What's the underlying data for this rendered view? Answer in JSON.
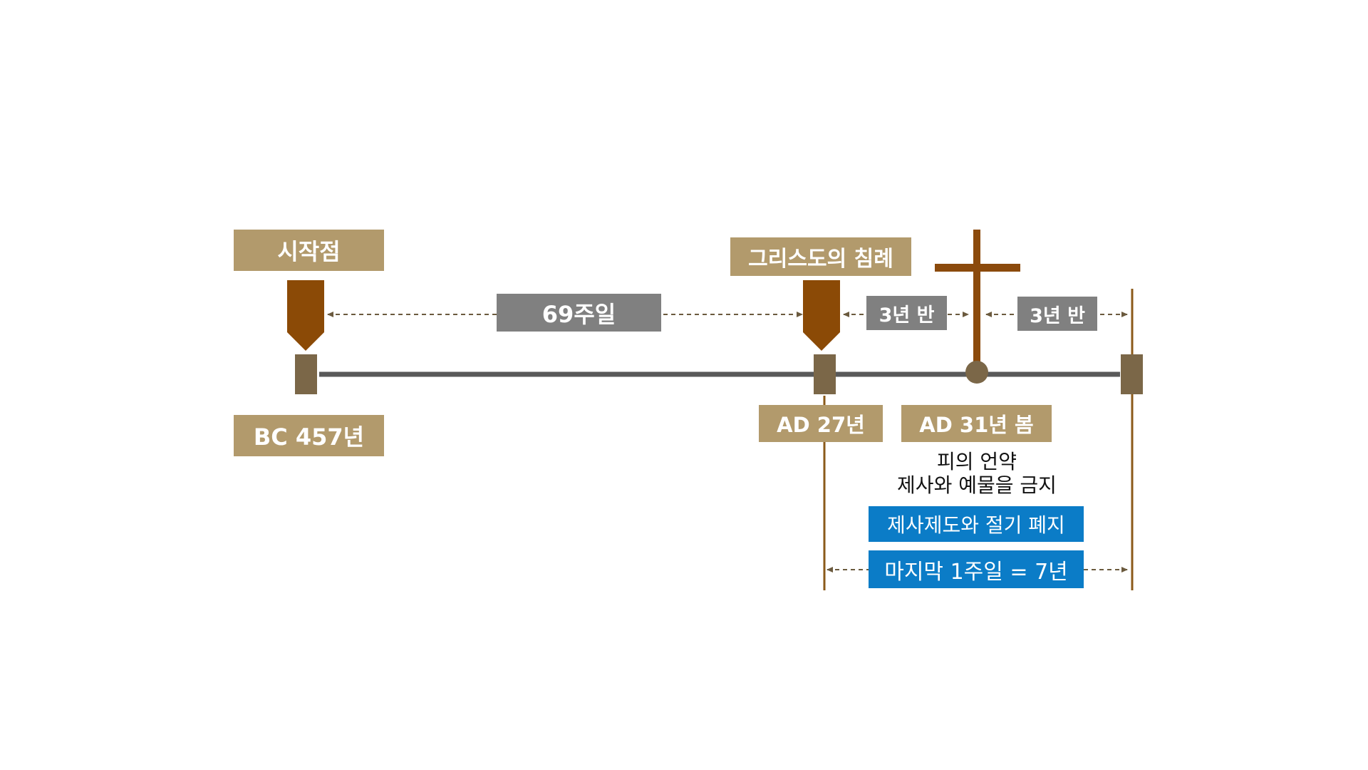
{
  "labels": {
    "start_point": "시작점",
    "baptism": "그리스도의 침례",
    "weeks_69": "69주일",
    "half_1": "3년 반",
    "half_2": "3년 반",
    "bc_457": "BC 457년",
    "ad_27": "AD 27년",
    "ad_31": "AD 31년 봄",
    "covenant_line1": "피의 언약",
    "covenant_line2": "제사와 예물을 금지",
    "abolish": "제사제도와 절기 폐지",
    "last_week": "마지막 1주일 = 7년"
  },
  "colors": {
    "tan": "#b29a6c",
    "gray_label": "#808080",
    "blue": "#0b7cc7",
    "pointer": "#8b4a06",
    "marker": "#7b6748",
    "axis": "#595959",
    "cross": "#8b4a0c",
    "vline": "#8b5a1a",
    "dashed": "#6b5a3e"
  },
  "icons": {
    "cross": "cross-icon",
    "pointer": "down-pointer-icon"
  }
}
